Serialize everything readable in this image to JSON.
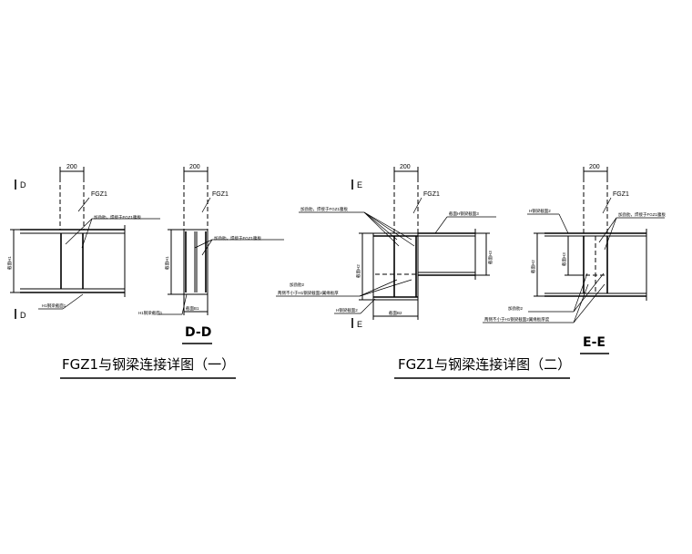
{
  "labels": {
    "dim_200": "200",
    "fgz1": "FGZ1",
    "stiffener_weld": "加劲肋，焊接于FGZ1腹板",
    "h_beam_1": "H1钢梁截面1",
    "h_beam_2": "H钢梁截面2",
    "h_beam_3": "截面H钢梁截面3",
    "stiffener_2": "加劲肋2",
    "stiffener_note": "两侧不小于H1钢梁截面2翼缘板厚",
    "stiffener_note_2": "两侧不小于H1钢梁截面2翼缘板厚度",
    "h1_dim": "截面H1",
    "h2_dim": "截面H2",
    "h3_dim": "截面H3",
    "b1_dim": "截面B1",
    "b2_dim": "截面B2"
  },
  "cuts": {
    "d": "D",
    "e": "E"
  },
  "titles": {
    "left": "FGZ1与钢梁连接详图（一）",
    "right": "FGZ1与钢梁连接详图（二）",
    "section_dd": "D-D",
    "section_ee": "E-E"
  }
}
